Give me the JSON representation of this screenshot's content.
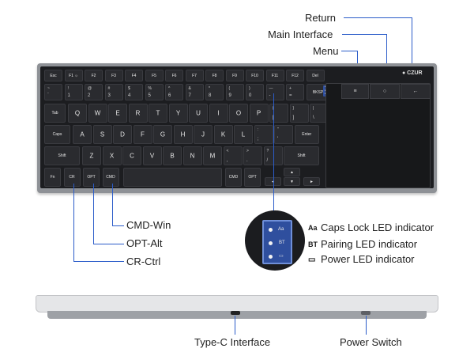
{
  "callouts": {
    "return": "Return",
    "main_interface": "Main Interface",
    "menu": "Menu",
    "cmd_win": "CMD-Win",
    "opt_alt": "OPT-Alt",
    "cr_ctrl": "CR-Ctrl",
    "type_c": "Type-C Interface",
    "power_switch": "Power Switch"
  },
  "leds": [
    {
      "icon": "Aa",
      "label": "Caps Lock LED indicator"
    },
    {
      "icon": "BT",
      "label": "Pairing LED indicator"
    },
    {
      "icon": "▭",
      "label": "Power LED indicator"
    }
  ],
  "brand": "● CZUR",
  "touchpad_buttons": [
    "≡",
    "○",
    "←"
  ],
  "keyboard": {
    "fn_row": [
      "Esc",
      "F1 ☼",
      "F2",
      "F3",
      "F4",
      "F5",
      "F6",
      "F7",
      "F8",
      "F9",
      "F10",
      "F11",
      "F12",
      "Del"
    ],
    "num_row": [
      {
        "top": "~",
        "bot": "`"
      },
      {
        "top": "!",
        "bot": "1"
      },
      {
        "top": "@",
        "bot": "2"
      },
      {
        "top": "#",
        "bot": "3"
      },
      {
        "top": "$",
        "bot": "4"
      },
      {
        "top": "%",
        "bot": "5"
      },
      {
        "top": "^",
        "bot": "6"
      },
      {
        "top": "&",
        "bot": "7"
      },
      {
        "top": "*",
        "bot": "8"
      },
      {
        "top": "(",
        "bot": "9"
      },
      {
        "top": ")",
        "bot": "0"
      },
      {
        "top": "—",
        "bot": "-"
      },
      {
        "top": "+",
        "bot": "="
      }
    ],
    "bksp": "BKSP",
    "tab": "Tab",
    "q_row": [
      "Q",
      "W",
      "E",
      "R",
      "T",
      "Y",
      "U",
      "I",
      "O",
      "P"
    ],
    "q_row_extra": [
      {
        "top": "{",
        "bot": "["
      },
      {
        "top": "}",
        "bot": "]"
      },
      {
        "top": "|",
        "bot": "\\"
      }
    ],
    "caps": "Caps",
    "a_row": [
      "A",
      "S",
      "D",
      "F",
      "G",
      "H",
      "J",
      "K",
      "L"
    ],
    "a_row_extra": [
      {
        "top": ":",
        "bot": ";"
      },
      {
        "top": "\"",
        "bot": "'"
      }
    ],
    "enter": "Enter",
    "shift": "Shift",
    "z_row": [
      "Z",
      "X",
      "C",
      "V",
      "B",
      "N",
      "M"
    ],
    "z_row_extra": [
      {
        "top": "<",
        "bot": ","
      },
      {
        "top": ">",
        "bot": "."
      },
      {
        "top": "?",
        "bot": "/"
      }
    ],
    "shift_r": "Shift",
    "bottom_row": [
      "Fn",
      "CR",
      "OPT",
      "CMD"
    ],
    "bottom_right": [
      "CMD",
      "OPT"
    ],
    "arrows": {
      "up": "▲",
      "left": "◄",
      "down": "▼",
      "right": "►"
    }
  },
  "mini_leds": [
    "▪",
    "▪",
    "▪"
  ],
  "zoom": {
    "caps": "Aa",
    "bt": "BT",
    "power": "▭"
  },
  "colors": {
    "body": "#8e9196",
    "face": "#1c1d20",
    "key": "#2a2b2f",
    "callout_line": "#2b5cc9",
    "zoom_strip": "#2f4f9e"
  }
}
